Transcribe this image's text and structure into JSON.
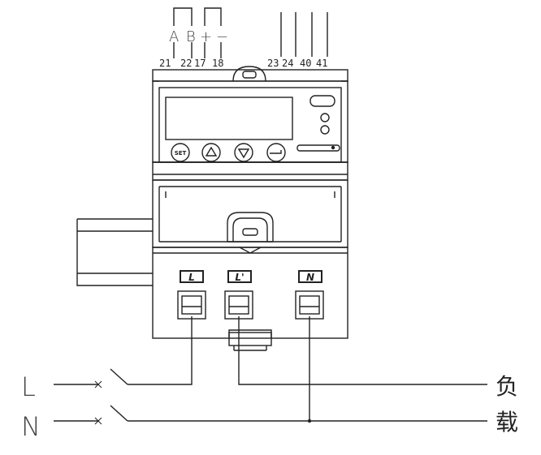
{
  "terminal_letters": [
    "A",
    "B",
    "+",
    "−"
  ],
  "terminal_numbers": [
    "21",
    "22",
    "17",
    "18",
    "23",
    "24",
    "40",
    "41"
  ],
  "buttons": {
    "set": "SET",
    "up": "up-arrow-icon",
    "down": "down-arrow-icon",
    "enter": "enter-icon"
  },
  "terminal_labels": {
    "l": "L",
    "l_prime": "L'",
    "n": "N"
  },
  "line_labels": {
    "line": "L",
    "neutral": "N"
  },
  "load_label": {
    "top": "负",
    "bottom": "载"
  },
  "colors": {
    "stroke": "#222222",
    "background": "#ffffff"
  }
}
